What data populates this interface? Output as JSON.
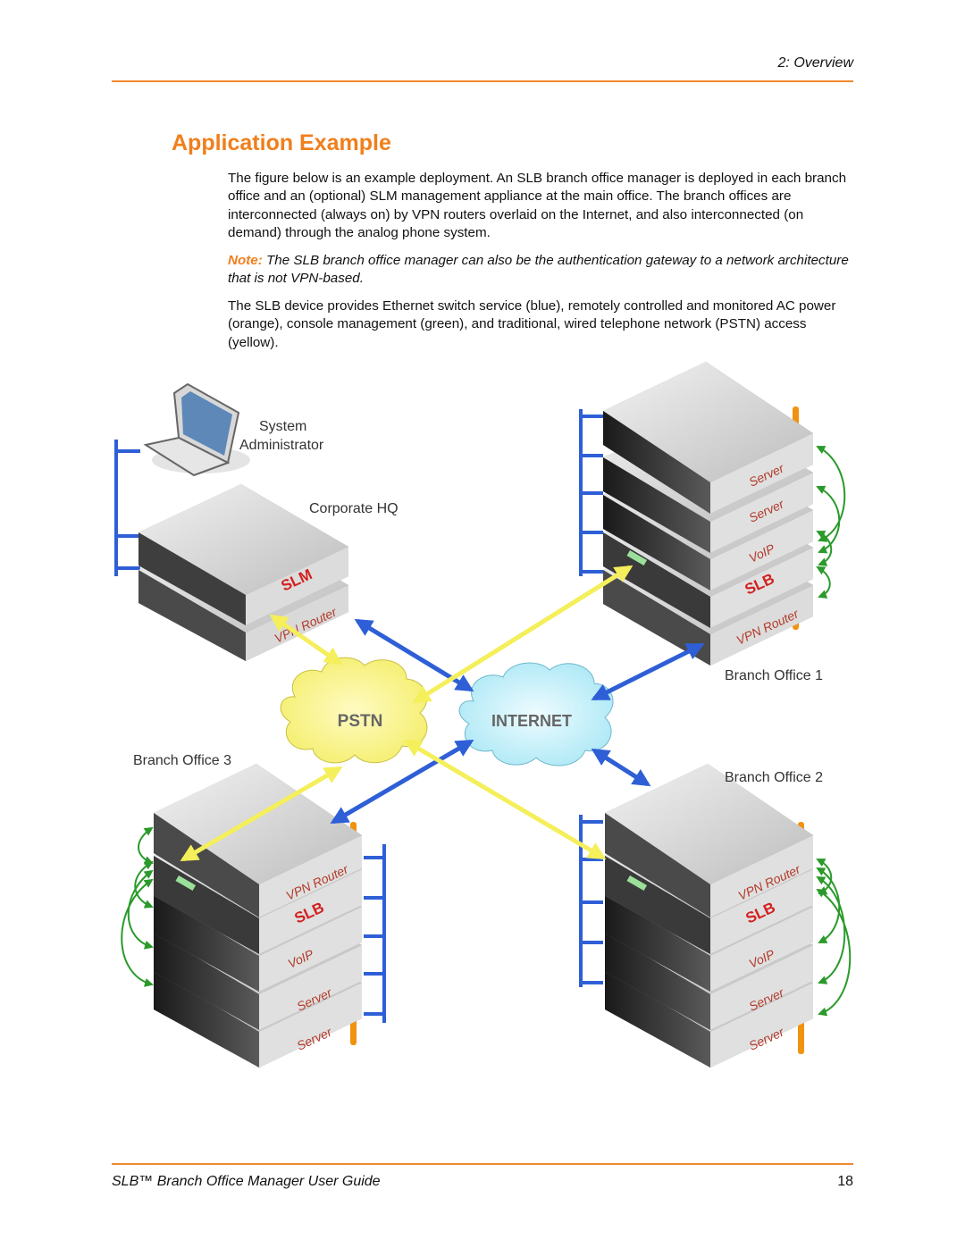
{
  "header": {
    "section": "2: Overview"
  },
  "title": "Application Example",
  "paragraphs": {
    "intro": "The figure below is an example deployment. An SLB branch office manager is deployed in each branch office and an (optional) SLM management appliance at the main office. The branch offices are interconnected (always on) by VPN routers overlaid on the Internet, and also interconnected (on demand) through the analog phone system.",
    "note_label": "Note:",
    "note_text": " The SLB branch office manager can also be the authentication gateway to a network architecture that is not VPN-based.",
    "services": "The SLB device provides Ethernet switch service (blue), remotely controlled and monitored AC power (orange), console management (green), and traditional, wired telephone network (PSTN) access (yellow)."
  },
  "diagram": {
    "sysadmin_line1": "System",
    "sysadmin_line2": "Administrator",
    "corporate_hq": "Corporate HQ",
    "branch1": "Branch Office 1",
    "branch2": "Branch Office 2",
    "branch3": "Branch Office 3",
    "pstn": "PSTN",
    "internet": "INTERNET",
    "slm": "SLM",
    "slb": "SLB",
    "vpn_router": "VPN Router",
    "voip": "VoIP",
    "server": "Server",
    "colors": {
      "ethernet": "#2e5fd6",
      "power": "#f0930e",
      "console": "#2a9a2a",
      "pstn": "#f4ef5a",
      "accent": "#f07f1c"
    }
  },
  "footer": {
    "guide_title": "SLB™ Branch Office Manager User Guide",
    "page_number": "18"
  }
}
